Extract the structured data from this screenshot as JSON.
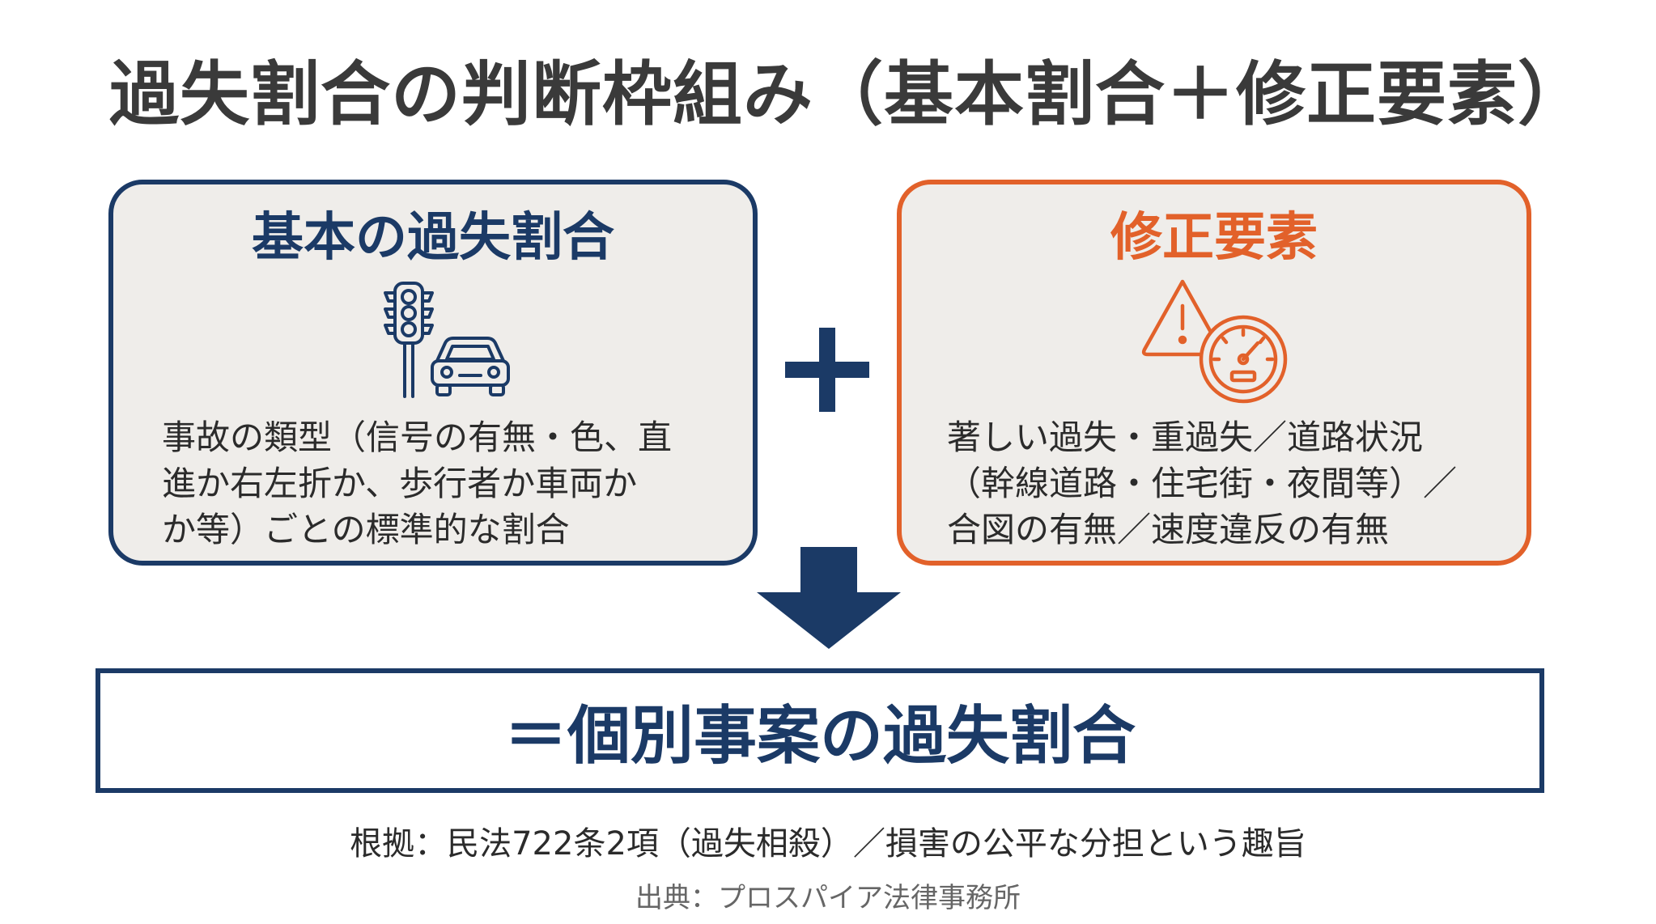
{
  "title": "過失割合の判断枠組み（基本割合＋修正要素）",
  "basic": {
    "heading": "基本の過失割合",
    "icon": "traffic-light-and-car-icon",
    "lines": [
      "事故の類型（信号の有無・色、直",
      "進か右左折か、歩行者か車両か",
      "か等）ごとの標準的な割合"
    ]
  },
  "operator": "plus-icon",
  "modification": {
    "heading": "修正要素",
    "icon": "warning-and-speedometer-icon",
    "lines": [
      "著しい過失・重過失／道路状況",
      "（幹線道路・住宅街・夜間等）／",
      "合図の有無／速度違反の有無"
    ]
  },
  "arrow_icon": "down-arrow-icon",
  "result": "＝個別事案の過失割合",
  "basis": "根拠：民法722条2項（過失相殺）／損害の公平な分担という趣旨",
  "source": "出典：プロスパイア法律事務所",
  "colors": {
    "navy": "#1b3a66",
    "orange": "#e2612a",
    "box_bg": "#efedea",
    "title_text": "#3a3a3a"
  }
}
